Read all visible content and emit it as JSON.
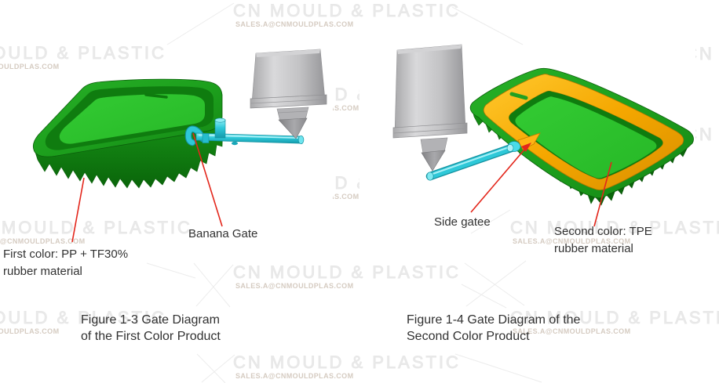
{
  "watermark": {
    "brand": "CN MOULD & PLASTIC",
    "email": "SALES.A@CNMOULDPLAS.COM"
  },
  "figures": {
    "left": {
      "material_label": {
        "line1": "First color: PP + TF30%",
        "line2": "rubber material"
      },
      "gate_label": "Banana Gate",
      "caption": {
        "line1": "Figure 1-3 Gate Diagram",
        "line2": "of the First Color Product"
      }
    },
    "right": {
      "gate_label": "Side gatee",
      "material_label": {
        "line1": "Second color: TPE",
        "line2": "rubber material"
      },
      "caption": {
        "line1": "Figure 1-4 Gate Diagram of the",
        "line2": "Second Color Product"
      }
    }
  },
  "colors": {
    "product_green": "#1fa51f",
    "product_green_bright": "#2ec62e",
    "product_green_dark": "#0b660b",
    "runner_cyan": "#2ec8d8",
    "tpe_orange": "#f5a500",
    "nozzle_gray": "#c5c5c7",
    "leader_red": "#e3261b",
    "label_text": "#313131",
    "watermark_gray": "#e7e7e7"
  }
}
